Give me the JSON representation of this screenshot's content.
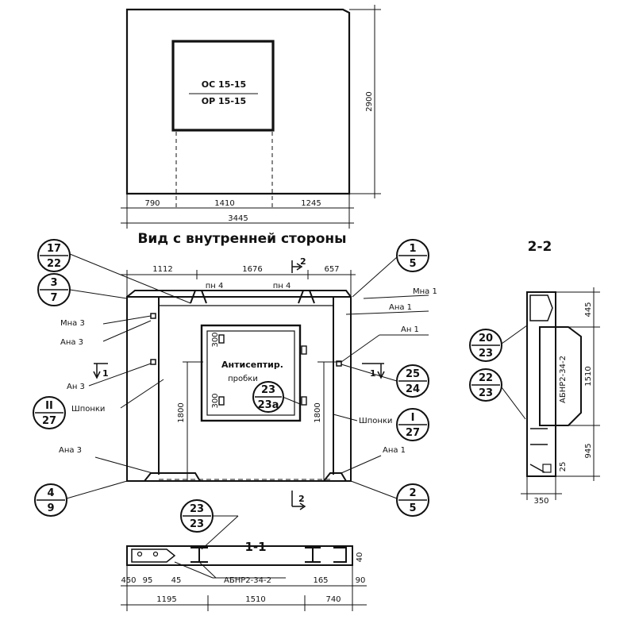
{
  "top_view": {
    "opening_label_top": "ОС 15-15",
    "opening_label_bottom": "ОР 15-15",
    "height_dim": "2900",
    "dim_left": "790",
    "dim_mid": "1410",
    "dim_right": "1245",
    "dim_total": "3445"
  },
  "view_title": "Вид с внутренней стороны",
  "main_view": {
    "dim_top_left": "1112",
    "dim_top_mid": "1676",
    "dim_top_right": "657",
    "pn_left": "пн 4",
    "pn_right": "пн 4",
    "m_na1": "Мна 1",
    "a_na1_top": "Ана 1",
    "a_n1": "Ан 1",
    "m_na3": "Мна 3",
    "a_na3_top": "Ана 3",
    "a_n3": "Ан 3",
    "shponki_left": "Шпонки",
    "shponki_right": "Шпонки",
    "a_na3_bottom": "Ана 3",
    "a_na1_bottom": "Ана 1",
    "antiseptic": "Антисептир.",
    "probki": "пробки",
    "dim_300_top": "300",
    "dim_300_bottom": "300",
    "dim_1800_left": "1800",
    "dim_1800_right": "1800",
    "section_1": "1",
    "section_2": "2"
  },
  "callouts": [
    {
      "id": "c17",
      "top": "17",
      "bottom": "22"
    },
    {
      "id": "c3",
      "top": "3",
      "bottom": "7"
    },
    {
      "id": "cII",
      "top": "II",
      "bottom": "27"
    },
    {
      "id": "c4",
      "top": "4",
      "bottom": "9"
    },
    {
      "id": "c1",
      "top": "1",
      "bottom": "5"
    },
    {
      "id": "c25",
      "top": "25",
      "bottom": "24"
    },
    {
      "id": "cI",
      "top": "I",
      "bottom": "27"
    },
    {
      "id": "c2",
      "top": "2",
      "bottom": "5"
    },
    {
      "id": "c23a",
      "top": "23",
      "bottom": "23а"
    },
    {
      "id": "c23b",
      "top": "23",
      "bottom": "23"
    },
    {
      "id": "c20",
      "top": "20",
      "bottom": "23"
    },
    {
      "id": "c22",
      "top": "22",
      "bottom": "23"
    }
  ],
  "section_1_1": {
    "title": "1-1",
    "block_label": "АБНР2-34-2",
    "dim_450": "450",
    "dim_95": "95",
    "dim_45": "45",
    "dim_165": "165",
    "dim_90": "90",
    "dim_40": "40",
    "dim_1195": "1195",
    "dim_1510": "1510",
    "dim_740": "740"
  },
  "section_2_2": {
    "title": "2-2",
    "block_label": "АБНР2-34-2",
    "dim_445": "445",
    "dim_1510": "1510",
    "dim_945": "945",
    "dim_25": "25",
    "dim_350": "350"
  }
}
